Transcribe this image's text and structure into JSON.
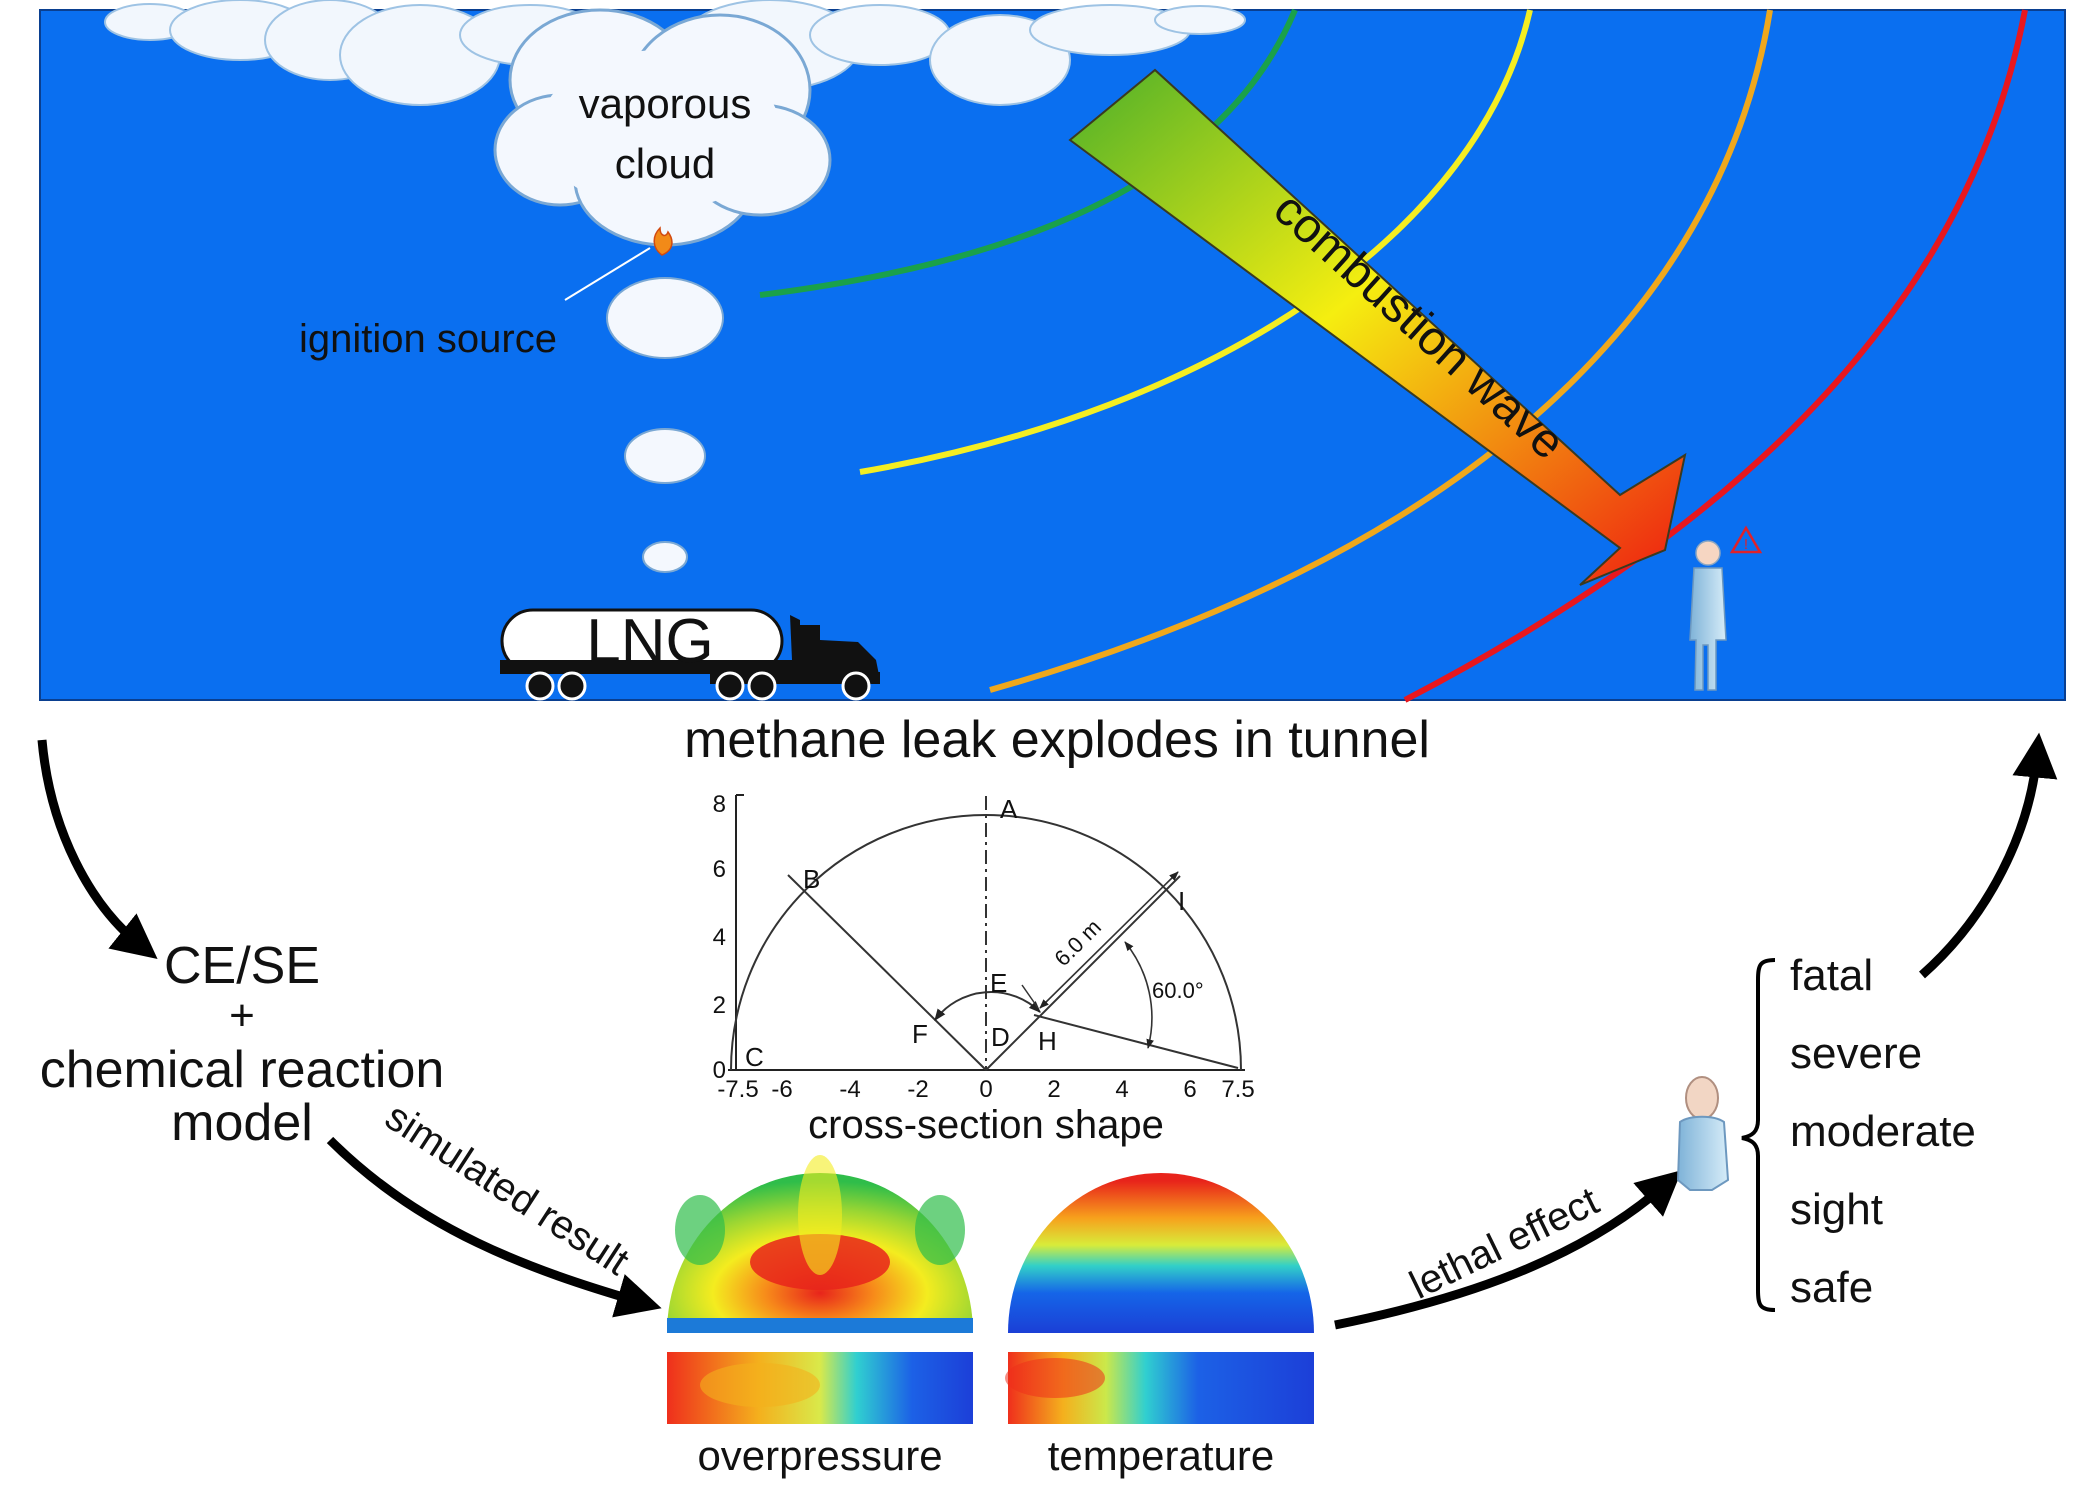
{
  "scene": {
    "cloud_label_line1": "vaporous",
    "cloud_label_line2": "cloud",
    "ignition_label": "ignition source",
    "truck_label": "LNG",
    "wave_label": "combustion wave",
    "title": "methane leak explodes in tunnel",
    "colors": {
      "tunnel_bg": "#0a6ff0",
      "front_green": "#1aa14a",
      "front_yellow": "#f4ee22",
      "front_orange": "#f0a81c",
      "front_red": "#e8171e"
    }
  },
  "flow": {
    "model_line1": "CE/SE",
    "model_plus": "+",
    "model_line2": "chemical reaction",
    "model_line3": "model",
    "arrow1_label": "simulated result",
    "arrow2_label": "lethal effect"
  },
  "cross_section": {
    "caption": "cross-section shape",
    "y_ticks": [
      "8",
      "6",
      "4",
      "2",
      "0"
    ],
    "x_ticks": [
      "-7.5",
      "-6",
      "-4",
      "-2",
      "0",
      "2",
      "4",
      "6",
      "7.5"
    ],
    "points": [
      "A",
      "B",
      "C",
      "D",
      "E",
      "F",
      "H",
      "I"
    ],
    "dim_radius": "6.0 m",
    "dim_angle": "60.0°"
  },
  "results": {
    "overpressure_label": "overpressure",
    "temperature_label": "temperature"
  },
  "injury_levels": [
    "fatal",
    "severe",
    "moderate",
    "sight",
    "safe"
  ]
}
